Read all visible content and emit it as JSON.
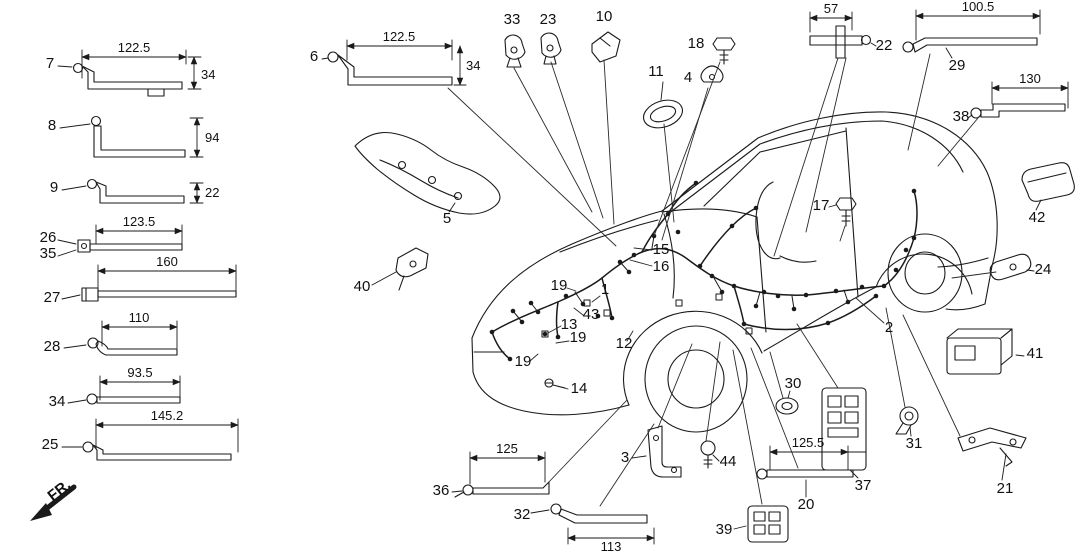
{
  "diagram": {
    "direction_label": "FR."
  },
  "parts": {
    "p1": "1",
    "p2": "2",
    "p3": "3",
    "p4": "4",
    "p5": "5",
    "p6": "6",
    "p7": "7",
    "p8": "8",
    "p9": "9",
    "p10": "10",
    "p11": "11",
    "p12": "12",
    "p13": "13",
    "p14": "14",
    "p15": "15",
    "p16": "16",
    "p17": "17",
    "p18": "18",
    "p19": "19",
    "p20": "20",
    "p21": "21",
    "p22": "22",
    "p23": "23",
    "p24": "24",
    "p25": "25",
    "p26": "26",
    "p27": "27",
    "p28": "28",
    "p29": "29",
    "p30": "30",
    "p31": "31",
    "p32": "32",
    "p33": "33",
    "p34": "34",
    "p35": "35",
    "p36": "36",
    "p37": "37",
    "p38": "38",
    "p39": "39",
    "p40": "40",
    "p41": "41",
    "p42": "42",
    "p43": "43",
    "p44": "44"
  },
  "dimensions": {
    "part7_length": "122.5",
    "part7_height": "34",
    "part8_height": "94",
    "part9_height": "22",
    "part26_length": "123.5",
    "part27_length": "160",
    "part28_length": "110",
    "part34_length": "93.5",
    "part25_length": "145.2",
    "part6_length": "122.5",
    "part6_height": "34",
    "part22_width": "57",
    "part29_width": "100.5",
    "part38_width": "130",
    "part36_length": "125",
    "part20_length": "125.5",
    "part32_length": "113"
  }
}
